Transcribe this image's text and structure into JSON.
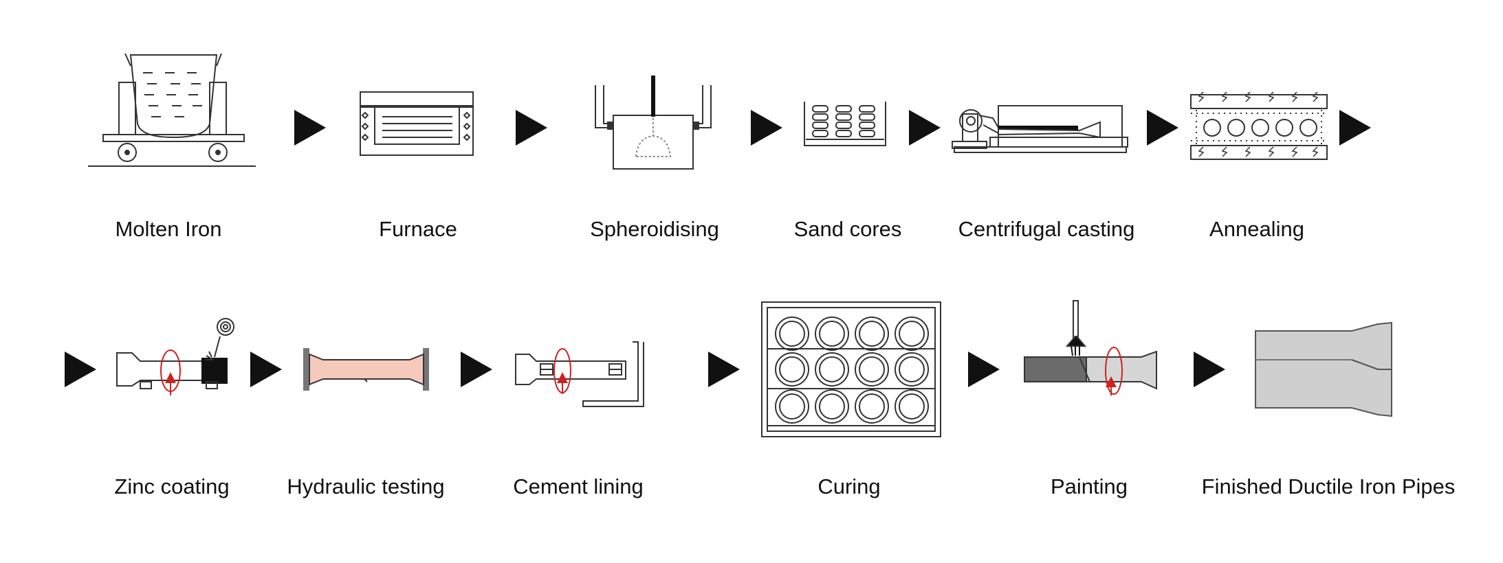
{
  "steps": [
    {
      "label": "Molten Iron",
      "icon": "ladle-cart-icon"
    },
    {
      "label": "Furnace",
      "icon": "furnace-icon"
    },
    {
      "label": "Spheroidising",
      "icon": "spheroidising-tank-icon"
    },
    {
      "label": "Sand cores",
      "icon": "sand-cores-icon"
    },
    {
      "label": "Centrifugal casting",
      "icon": "centrifugal-casting-machine-icon"
    },
    {
      "label": "Annealing",
      "icon": "annealing-oven-icon"
    },
    {
      "label": "Zinc coating",
      "icon": "zinc-spray-pipe-icon"
    },
    {
      "label": "Hydraulic testing",
      "icon": "hydraulic-test-pipe-icon"
    },
    {
      "label": "Cement lining",
      "icon": "cement-lining-pipe-icon"
    },
    {
      "label": "Curing",
      "icon": "curing-chamber-icon"
    },
    {
      "label": "Painting",
      "icon": "painting-pipe-icon"
    },
    {
      "label": "Finished Ductile Iron Pipes",
      "icon": "finished-pipes-icon"
    }
  ],
  "colors": {
    "line": "#333333",
    "arrow": "#111111",
    "accent_red": "#cc2222",
    "test_fill": "#f6c9bd",
    "paint_dark": "#6b6b6b",
    "paint_light": "#d6d6d6",
    "pipe_gray": "#cfcfcf"
  }
}
